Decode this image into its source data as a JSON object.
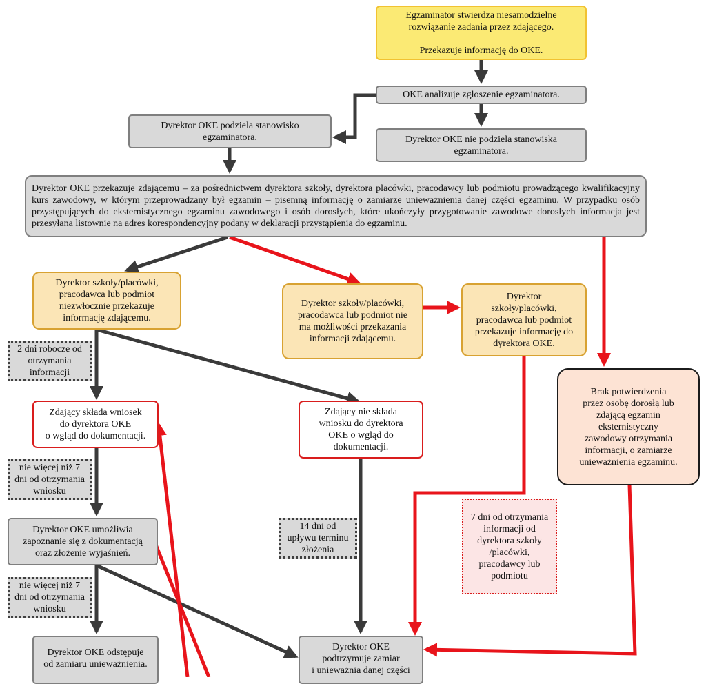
{
  "nodes": {
    "examiner_reports": "Egzaminator stwierdza niesamodzielne\nrozwiązanie zadania przez zdającego.\n\nPrzekazuje informację do OKE.",
    "oke_analyzes": "OKE analizuje zgłoszenie egzaminatora.",
    "director_shares": "Dyrektor OKE podziela stanowisko\negzaminatora.",
    "director_not_shares": "Dyrektor OKE nie podziela stanowiska\negzaminatora.",
    "director_transmits": "Dyrektor OKE przekazuje zdającemu – za pośrednictwem dyrektora szkoły, dyrektora placówki, pracodawcy lub podmiotu prowadzącego kwalifikacyjny kurs zawodowy, w którym przeprowadzany był egzamin – pisemną informację o zamiarze unieważnienia danej części egzaminu. W przypadku osób przystępujących do eksternistycznego egzaminu zawodowego i osób dorosłych, które ukończyły przygotowanie zawodowe dorosłych informacja jest przesyłana listownie na adres korespondencyjny podany w deklaracji  przystąpienia do egzaminu.",
    "school_passes": "Dyrektor szkoły/placówki,\npracodawca lub podmiot\nniezwłocznie przekazuje\ninformację zdającemu.",
    "school_cannot": "Dyrektor szkoły/placówki,\npracodawca lub podmiot nie\nma możliwości przekazania\ninformacji zdającemu.",
    "school_returns": "Dyrektor\nszkoły/placówki,\npracodawca lub podmiot\nprzekazuje informację do\ndyrektora OKE.",
    "no_confirmation": "Brak potwierdzenia\nprzez osobę dorosłą lub\nzdającą egzamin\neksternistyczny\nzawodowy otrzymania\ninformacji, o  zamiarze\nunieważnienia egzaminu.",
    "applies": "Zdający składa wniosek\ndo dyrektora OKE\no wgląd do dokumentacji.",
    "not_applies": "Zdający nie składa\nwniosku do dyrektora\nOKE o wgląd do\ndokumentacji.",
    "review_docs": "Dyrektor OKE umożliwia\nzapoznanie się z dokumentacją\noraz złożenie wyjaśnień.",
    "withdraws": "Dyrektor OKE odstępuje\nod zamiaru unieważnienia.",
    "upholds": "Dyrektor OKE\npodtrzymuje zamiar\ni unieważnia danej części"
  },
  "notes": {
    "two_days": "2 dni robocze od\notrzymania\ninformacji",
    "seven_days_a": "nie więcej niż 7\ndni od otrzymania\nwniosku",
    "seven_days_b": "nie więcej niż 7\ndni od otrzymania\nwniosku",
    "fourteen_days": "14 dni od\nupływu terminu\nzłożenia",
    "seven_days_red": "7 dni od otrzymania\ninformacji od\ndyrektora szkoły\n/placówki,\npracodawcy lub\npodmiotu"
  },
  "colors": {
    "dark_arrow": "#3a3a3a",
    "red_arrow": "#e8141b"
  }
}
